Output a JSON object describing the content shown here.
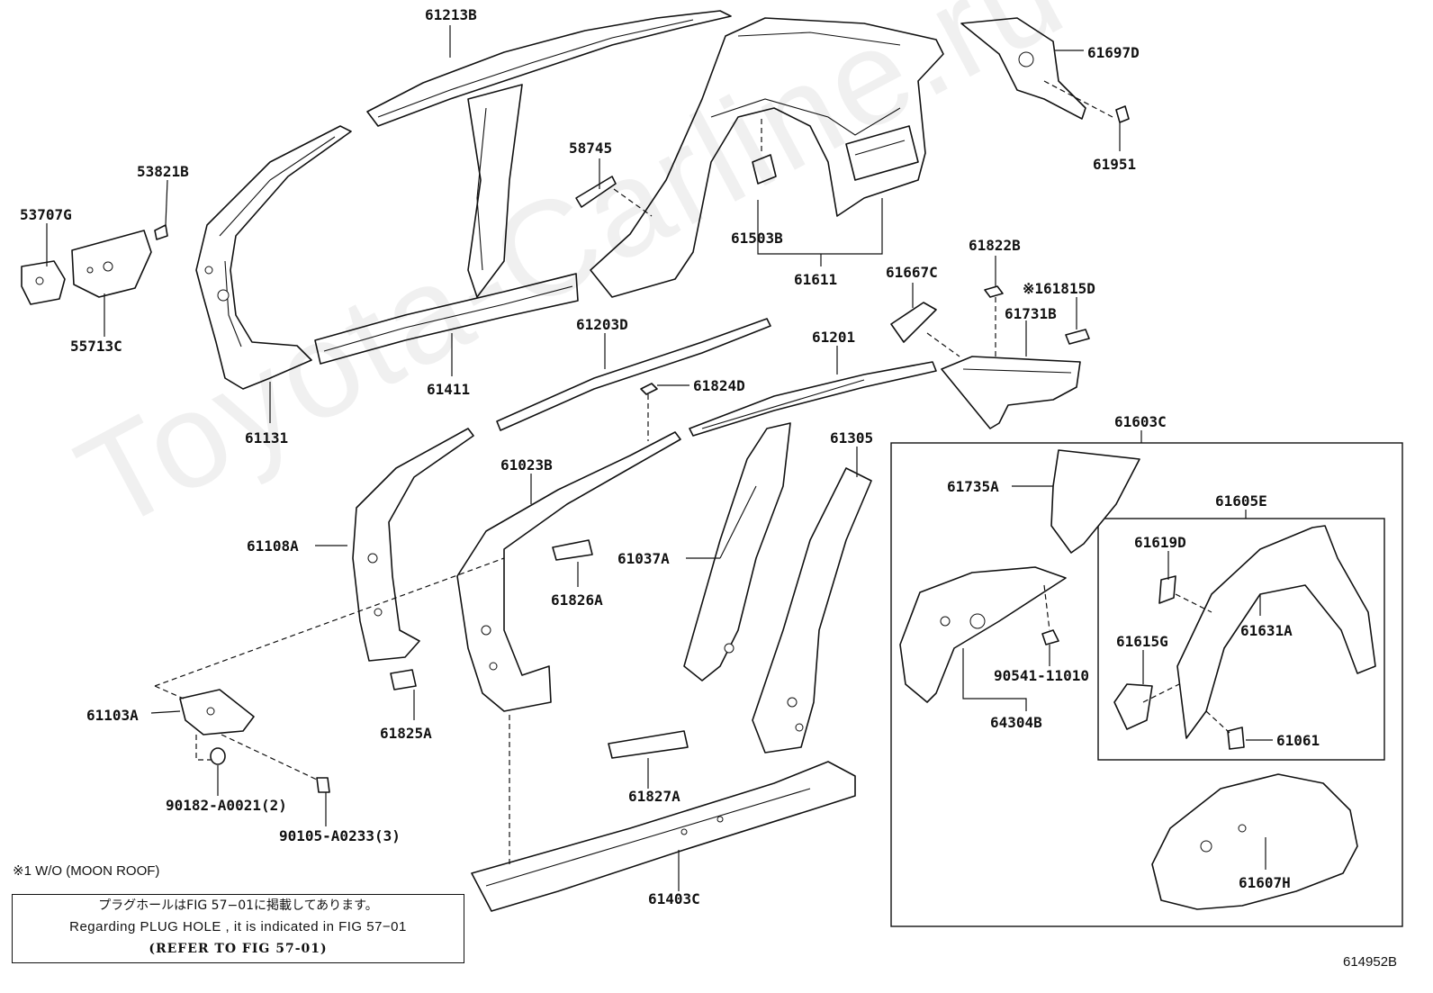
{
  "watermark": "Toyota-Carline.ru",
  "labels": {
    "p61213B": "61213B",
    "p53821B": "53821B",
    "p53707G": "53707G",
    "p55713C": "55713C",
    "p58745": "58745",
    "p61503B": "61503B",
    "p61611": "61611",
    "p61697D": "61697D",
    "p61951": "61951",
    "p61822B": "61822B",
    "p61667C": "61667C",
    "p61815D": "※161815D",
    "p61731B": "61731B",
    "p61203D": "61203D",
    "p61201": "61201",
    "p61411": "61411",
    "p61131": "61131",
    "p61824D": "61824D",
    "p61023B": "61023B",
    "p61108A": "61108A",
    "p61826A": "61826A",
    "p61037A": "61037A",
    "p61305": "61305",
    "p61603C": "61603C",
    "p61735A": "61735A",
    "p61605E": "61605E",
    "p61619D": "61619D",
    "p61631A": "61631A",
    "p61615G": "61615G",
    "p61061": "61061",
    "p9054111010": "90541-11010",
    "p64304B": "64304B",
    "p61103A": "61103A",
    "p61825A": "61825A",
    "p90182": "90182-A0021(2)",
    "p90105": "90105-A0233(3)",
    "p61827A": "61827A",
    "p61403C": "61403C",
    "p61607H": "61607H"
  },
  "footnote": "※1 W/O (MOON ROOF)",
  "note": {
    "jp": "プラグホールはFIG 57−01に掲載してあります。",
    "en": "Regarding  PLUG  HOLE , it is indicated in  FIG  57−01",
    "ref": "(REFER TO FIG 57-01)"
  },
  "figure_id": "614952B"
}
